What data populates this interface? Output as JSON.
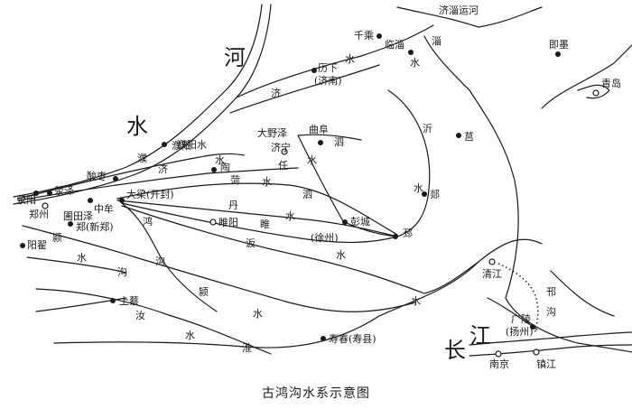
{
  "caption": "古鸿沟水系示意图",
  "colors": {
    "ink": "#1a1a1a",
    "canal_dots": "#2a2a2a"
  },
  "rivers": {
    "he_large": "河",
    "shui_large": "水",
    "chang_large": "长",
    "jiang_large": "江",
    "ji_shui": "济淄运河",
    "zi": "淄",
    "shui_small": "水",
    "ji": "济",
    "shui_jishui": "水",
    "puyang_shui": "濮阳",
    "shui_puyang": "水",
    "pu": "濮",
    "ji2": "济",
    "si_upper": "泗",
    "shui_si": "水",
    "yi": "沂",
    "shui_yi": "水",
    "he_canal": "菏",
    "shui_he": "水",
    "shui_he2": "水",
    "si_lower": "泗",
    "dan": "丹",
    "sui": "睢",
    "shui_sui": "水",
    "hong": "鸿",
    "gou": "沟",
    "ying_upper": "颍",
    "shui_left": "水",
    "bian": "汳",
    "shui_bian": "水",
    "ying": "颍",
    "shui_ying": "水",
    "ru": "汝",
    "shui_ru": "水",
    "huai": "淮",
    "shui_huai": "水",
    "han": "邗",
    "gou2": "沟",
    "gou_label": "沟"
  },
  "places": {
    "qiancheng": "千乘",
    "linzi": "临淄",
    "jimo": "即墨",
    "qingdao": "青岛",
    "lixia": "历下",
    "jinan": "(济南)",
    "daye_ze": "大野泽",
    "qufu": "曲阜",
    "ju": "莒",
    "puyang": "濮阳",
    "jining": "济宁",
    "ren": "任",
    "tao": "陶",
    "suanzao": "酸枣",
    "xingyang": "荥阳",
    "xingze": "荥泽",
    "zhengzhou": "郑州",
    "zhongmou": "中牟",
    "daliang": "大梁(开封)",
    "putian_ze": "圃田泽",
    "zheng": "郑(新郑)",
    "tan": "郯",
    "pengcheng": "彭城",
    "xuzhou": "(徐州)",
    "suiyang": "睢阳",
    "xia": "邳",
    "yangdi": "阳翟",
    "qingjiang": "清江",
    "shangcai": "上蔡",
    "guangling": "广陵",
    "yangzhou": "(扬州)",
    "shouchun": "寿春(寿县)",
    "nanjing": "南京",
    "zhenjiang": "镇江"
  }
}
